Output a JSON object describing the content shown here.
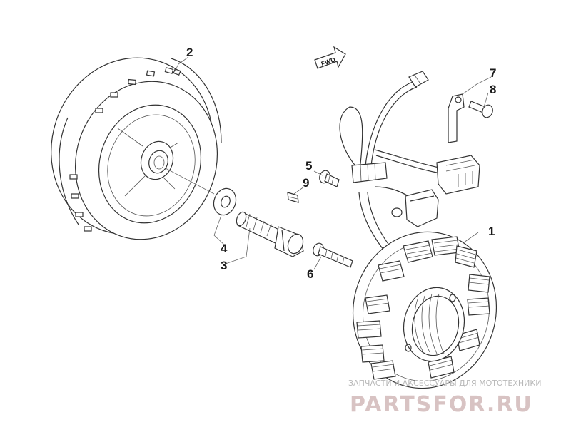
{
  "callouts": {
    "p1": "1",
    "p2": "2",
    "p3": "3",
    "p4": "4",
    "p5": "5",
    "p6": "6",
    "p7": "7",
    "p8": "8",
    "p9": "9"
  },
  "direction_label": "FWD",
  "watermark": {
    "subtitle": "ЗАПЧАСТИ И АКСЕССУАРЫ ДЛЯ МОТОТЕХНИКИ",
    "brand": "PARTSFOR.RU"
  }
}
